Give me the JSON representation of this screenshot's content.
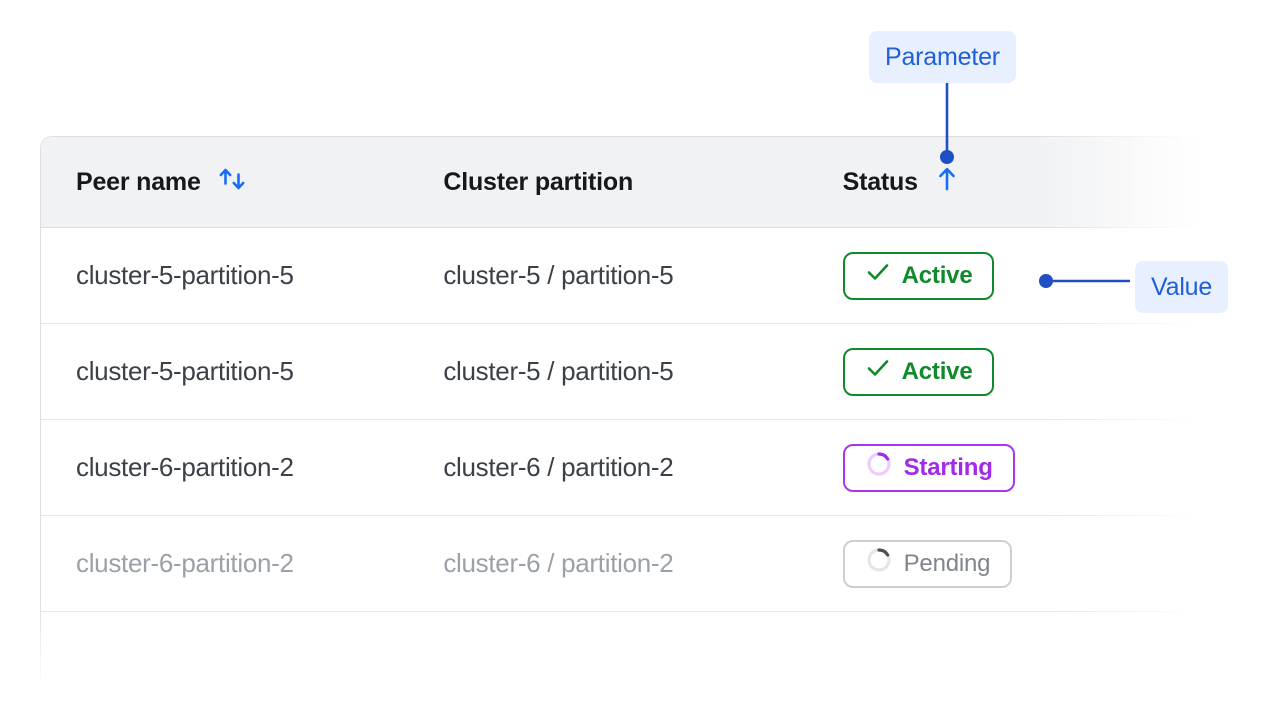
{
  "table": {
    "columns": [
      {
        "key": "peer",
        "label": "Peer name",
        "sort_icon": "sort-updown-icon",
        "sort_state": "unsorted"
      },
      {
        "key": "part",
        "label": "Cluster partition",
        "sort_icon": null,
        "sort_state": "none"
      },
      {
        "key": "status",
        "label": "Status",
        "sort_icon": "sort-up-icon",
        "sort_state": "ascending"
      }
    ],
    "rows": [
      {
        "peer": "cluster-5-partition-5",
        "partition": "cluster-5 / partition-5",
        "status": "Active",
        "status_kind": "active",
        "status_icon": "check-icon",
        "muted": false
      },
      {
        "peer": "cluster-5-partition-5",
        "partition": "cluster-5 / partition-5",
        "status": "Active",
        "status_kind": "active",
        "status_icon": "check-icon",
        "muted": false
      },
      {
        "peer": "cluster-6-partition-2",
        "partition": "cluster-6 / partition-2",
        "status": "Starting",
        "status_kind": "starting",
        "status_icon": "spinner-icon",
        "muted": false
      },
      {
        "peer": "cluster-6-partition-2",
        "partition": "cluster-6 / partition-2",
        "status": "Pending",
        "status_kind": "pending",
        "status_icon": "spinner-icon",
        "muted": true
      },
      {
        "peer": "",
        "partition": "",
        "status": "",
        "status_kind": "active",
        "status_icon": "check-icon",
        "muted": true
      }
    ]
  },
  "annotations": [
    {
      "id": "parameter",
      "label": "Parameter",
      "target": "status-column-header",
      "connector": "vertical"
    },
    {
      "id": "value",
      "label": "Value",
      "target": "row-1-status-badge",
      "connector": "horizontal"
    }
  ],
  "colors": {
    "accent_blue": "#1a6ef5",
    "annotation_blue": "#1f4fc4",
    "annotation_pill_bg": "#e8efff",
    "active_green": "#108a2a",
    "starting_purple": "#a22ae8",
    "pending_gray": "#80858d",
    "header_bg": "#f1f2f4",
    "border": "#dcdfe4",
    "text": "#3c4149",
    "text_muted": "#9ba1a9"
  }
}
